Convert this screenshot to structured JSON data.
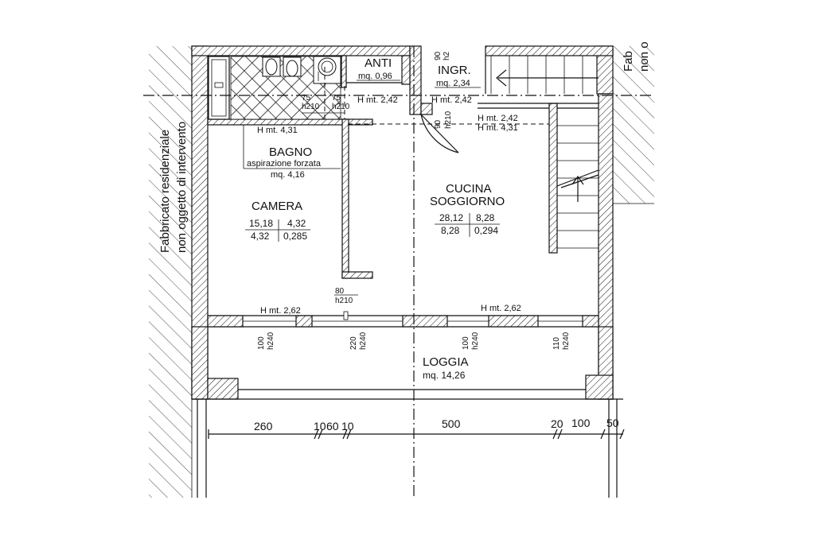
{
  "rooms": {
    "anti": {
      "name": "ANTI",
      "area": "mq. 0,96"
    },
    "ingr": {
      "name": "INGR.",
      "area": "mq. 2,34"
    },
    "bagno": {
      "name": "BAGNO",
      "note": "aspirazione forzata",
      "area": "mq. 4,16",
      "height": "H mt. 4,31"
    },
    "camera": {
      "name": "CAMERA",
      "r1a": "15,18",
      "r1b": "4,32",
      "r2a": "4,32",
      "r2b": "0,285",
      "height": "H mt. 2,62"
    },
    "cucina": {
      "name1": "CUCINA",
      "name2": "SOGGIORNO",
      "r1a": "28,12",
      "r1b": "8,28",
      "r2a": "8,28",
      "r2b": "0,294",
      "height_low": "H mt. 2,62",
      "height_a": "H mt. 2,42",
      "height_b": "H mt. 4,31"
    },
    "loggia": {
      "name": "LOGGIA",
      "area": "mq. 14,26"
    }
  },
  "heights": {
    "anti_ceiling": "H mt. 2,42",
    "ingr_ceiling": "H mt. 2,42"
  },
  "doors": {
    "d1": {
      "w": "75",
      "h": "h210"
    },
    "d2": {
      "w": "75",
      "h": "h210"
    },
    "d_ingr_top": {
      "w": "90",
      "h": "h2"
    },
    "d_ingr": {
      "w": "90",
      "h": "h210"
    },
    "d_camera": {
      "w": "80",
      "h": "h210"
    }
  },
  "windows": [
    {
      "w": "100",
      "h": "h240"
    },
    {
      "w": "220",
      "h": "h240"
    },
    {
      "w": "100",
      "h": "h240"
    },
    {
      "w": "110",
      "h": "h240"
    }
  ],
  "dimensions": [
    "260",
    "10",
    "60",
    "10",
    "500",
    "20",
    "100",
    "50"
  ],
  "labels": {
    "left_building_1": "Fabbricato residenziale",
    "left_building_2": "non oggetto di intervento",
    "right_top_1": "Fab",
    "right_top_2": "non o"
  }
}
